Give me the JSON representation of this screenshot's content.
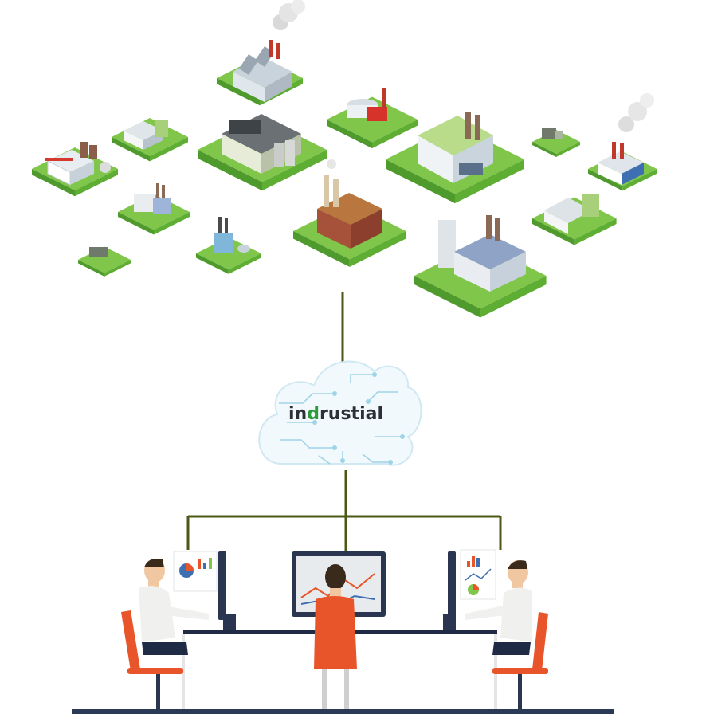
{
  "cloud": {
    "logo_prefix": "in",
    "logo_mark": "d",
    "logo_suffix": "rustial",
    "logo_mark_color": "#2e9b3a"
  },
  "colors": {
    "grass": "#7fc64a",
    "grass_dark": "#4f9a2c",
    "connector": "#4a5a16",
    "cloud_line": "#9fd3e6",
    "chair": "#e8552a",
    "shirt": "#f0f0ee",
    "hair": "#3a2a1c"
  },
  "icons": {
    "factories": "factory-icon",
    "cloud": "cloud-circuit-icon",
    "operators": "operator-workstation-icon"
  }
}
